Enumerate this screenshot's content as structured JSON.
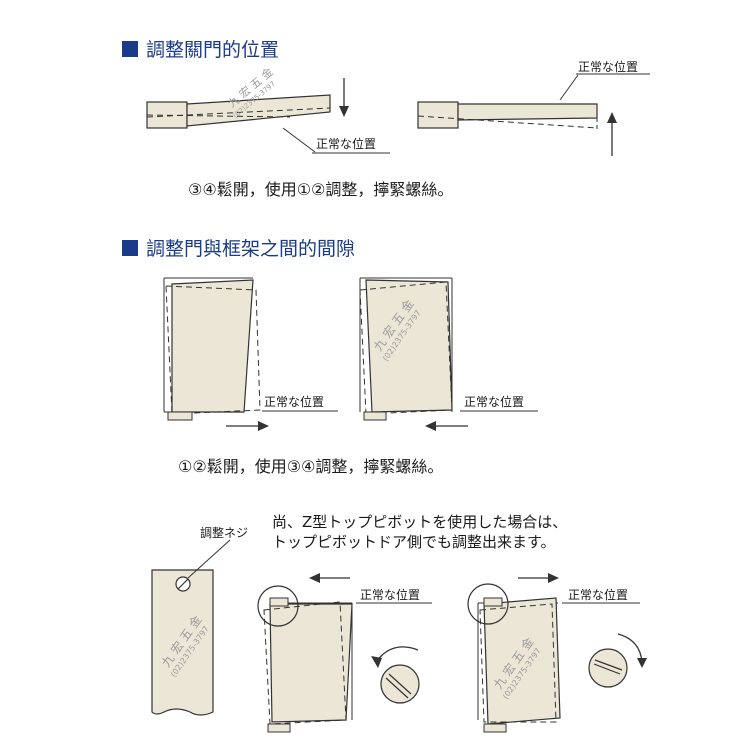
{
  "section1": {
    "title": "調整關門的位置",
    "label_normal_left": "正常な位置",
    "label_normal_right": "正常な位置",
    "caption": "③④鬆開，使用①②調整，擰緊螺絲。"
  },
  "section2": {
    "title": "調整門與框架之間的間隙",
    "label_normal_left": "正常な位置",
    "label_normal_right": "正常な位置",
    "caption": "①②鬆開，使用③④調整，擰緊螺絲。"
  },
  "section3": {
    "note_line1": "尚、Z型トップピボットを使用した場合は、",
    "note_line2": "トップピボットドア側でも調整出来ます。",
    "label_screw": "調整ネジ",
    "label_normal_middle": "正常な位置",
    "label_normal_right": "正常な位置"
  },
  "watermark": {
    "name": "九 宏 五 金",
    "phone": "(02)2375-3797"
  },
  "colors": {
    "title_blue": "#1a3a8a",
    "panel_fill": "#ece6d6",
    "stroke": "#333333"
  }
}
